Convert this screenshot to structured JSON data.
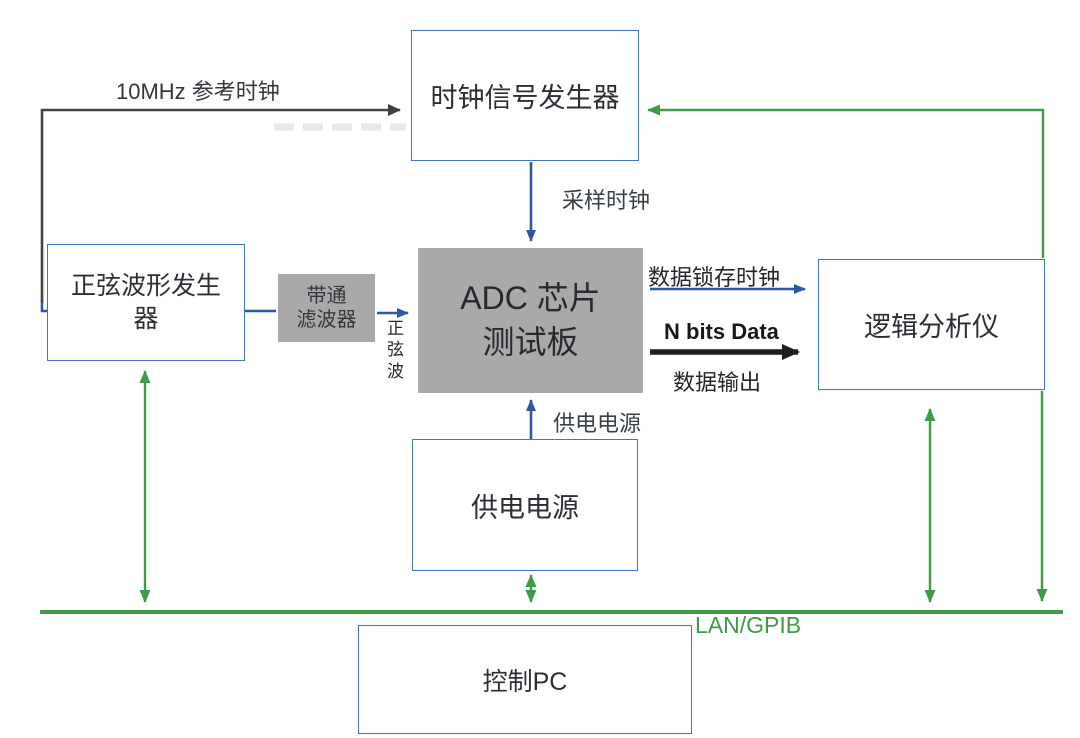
{
  "diagram": {
    "title": "ADC chip test setup block diagram",
    "nodes": {
      "clock_generator": {
        "label": "时钟信号发生器"
      },
      "sine_generator": {
        "label": "正弦波形发生器"
      },
      "bandpass_filter": {
        "label_line1": "带通",
        "label_line2": "滤波器"
      },
      "adc_board": {
        "label_line1": "ADC 芯片",
        "label_line2": "测试板"
      },
      "logic_analyzer": {
        "label": "逻辑分析仪"
      },
      "power_supply": {
        "label": "供电电源"
      },
      "control_pc": {
        "label": "控制PC"
      }
    },
    "edge_labels": {
      "ref_clock": "10MHz 参考时钟",
      "sample_clock": "采样时钟",
      "sine_wave": "正弦波",
      "data_latch_clock": "数据锁存时钟",
      "n_bits_data": "N bits Data",
      "data_output": "数据输出",
      "power": "供电电源",
      "bus": "LAN/GPIB"
    },
    "colors": {
      "accent_blue_border": "#4472C4",
      "arrow_blue": "#2E58A6",
      "arrow_green": "#3E9B47",
      "arrow_black": "#454545",
      "box_gray_fill": "#A9A9A9",
      "label_dark": "#3A4049"
    }
  }
}
